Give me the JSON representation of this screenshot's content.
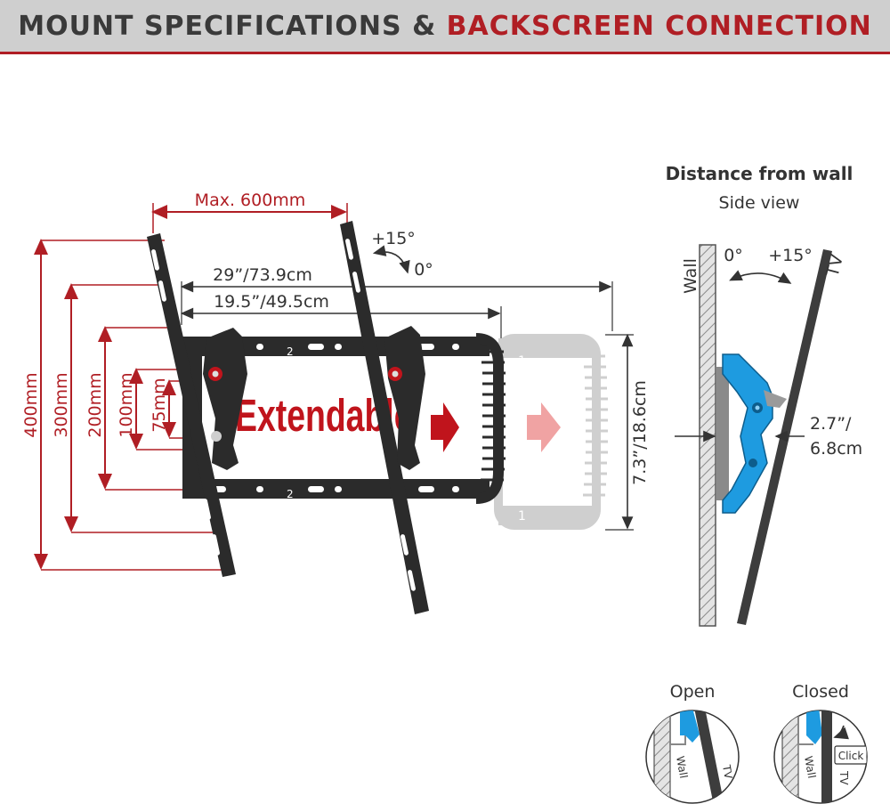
{
  "header": {
    "title_part1": "MOUNT SPECIFICATIONS & ",
    "title_part2": "BACKSCREEN CONNECTION"
  },
  "front": {
    "max_width": "Max. 600mm",
    "vesa_heights": [
      "400mm",
      "300mm",
      "200mm",
      "100mm",
      "75mm"
    ],
    "width_outer": "29”/73.9cm",
    "width_inner": "19.5”/49.5cm",
    "height": "7.3”/18.6cm",
    "tilt_plus": "+15°",
    "tilt_zero": "0°",
    "extendable": "Extendable",
    "plate_num": "2",
    "ghost_num": "1"
  },
  "side": {
    "title": "Distance from wall",
    "subtitle": "Side view",
    "wall": "Wall",
    "tv": "TV",
    "angle_zero": "0°",
    "angle_plus": "+15°",
    "distance_line1": "2.7”/",
    "distance_line2": "6.8cm"
  },
  "connect": {
    "open": "Open",
    "closed": "Closed",
    "wall": "Wall",
    "tv": "TV",
    "click": "Click"
  },
  "colors": {
    "accent_red": "#b01e24",
    "bracket_blue": "#1e9be0",
    "metal_dark": "#2b2b2b"
  }
}
